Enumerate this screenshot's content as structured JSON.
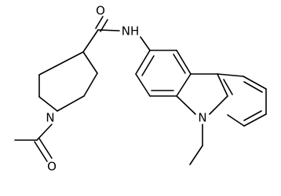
{
  "molecule": {
    "atom_labels": {
      "carbonyl_oxygen": "O",
      "amide_nitrogen": "NH",
      "piperidine_nitrogen": "N",
      "acetyl_oxygen": "O",
      "carbazole_nitrogen": "N"
    }
  }
}
